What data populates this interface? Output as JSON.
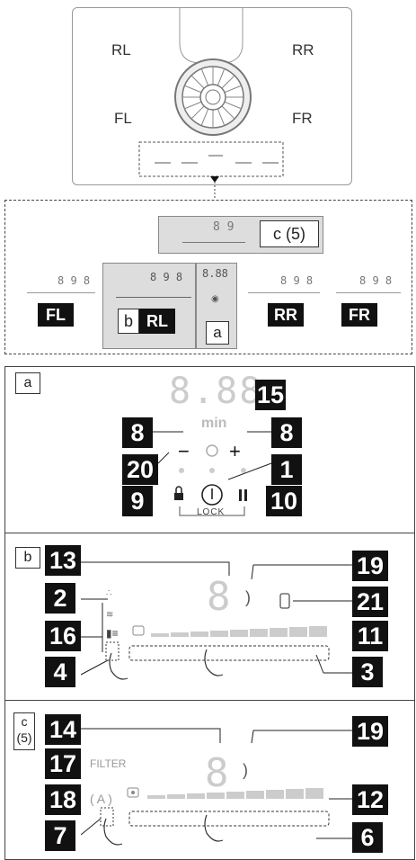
{
  "hob": {
    "zones": {
      "rl": "RL",
      "rr": "RR",
      "fl": "FL",
      "fr": "FR"
    }
  },
  "overview": {
    "fl_label": "FL",
    "rl_label": "RL",
    "rr_label": "RR",
    "fr_label": "FR",
    "b_tag": "b",
    "a_tag": "a",
    "c_tag": "c (5)"
  },
  "panel_a": {
    "tag": "a",
    "display": "8.88",
    "min_label": "min",
    "lock_label": "LOCK",
    "callouts": {
      "n15": "15",
      "n8_left": "8",
      "n8_right": "8",
      "n20": "20",
      "n1": "1",
      "n9": "9",
      "n10": "10"
    }
  },
  "panel_b": {
    "tag": "b",
    "callouts": {
      "n13": "13",
      "n2": "2",
      "n16": "16",
      "n4": "4",
      "n19": "19",
      "n21": "21",
      "n11": "11",
      "n3": "3"
    }
  },
  "panel_c": {
    "tag_line1": "c",
    "tag_line2": "(5)",
    "filter_label": "FILTER",
    "a_symbol": "( A )",
    "callouts": {
      "n14": "14",
      "n17": "17",
      "n18": "18",
      "n7": "7",
      "n19": "19",
      "n12": "12",
      "n6": "6"
    }
  }
}
